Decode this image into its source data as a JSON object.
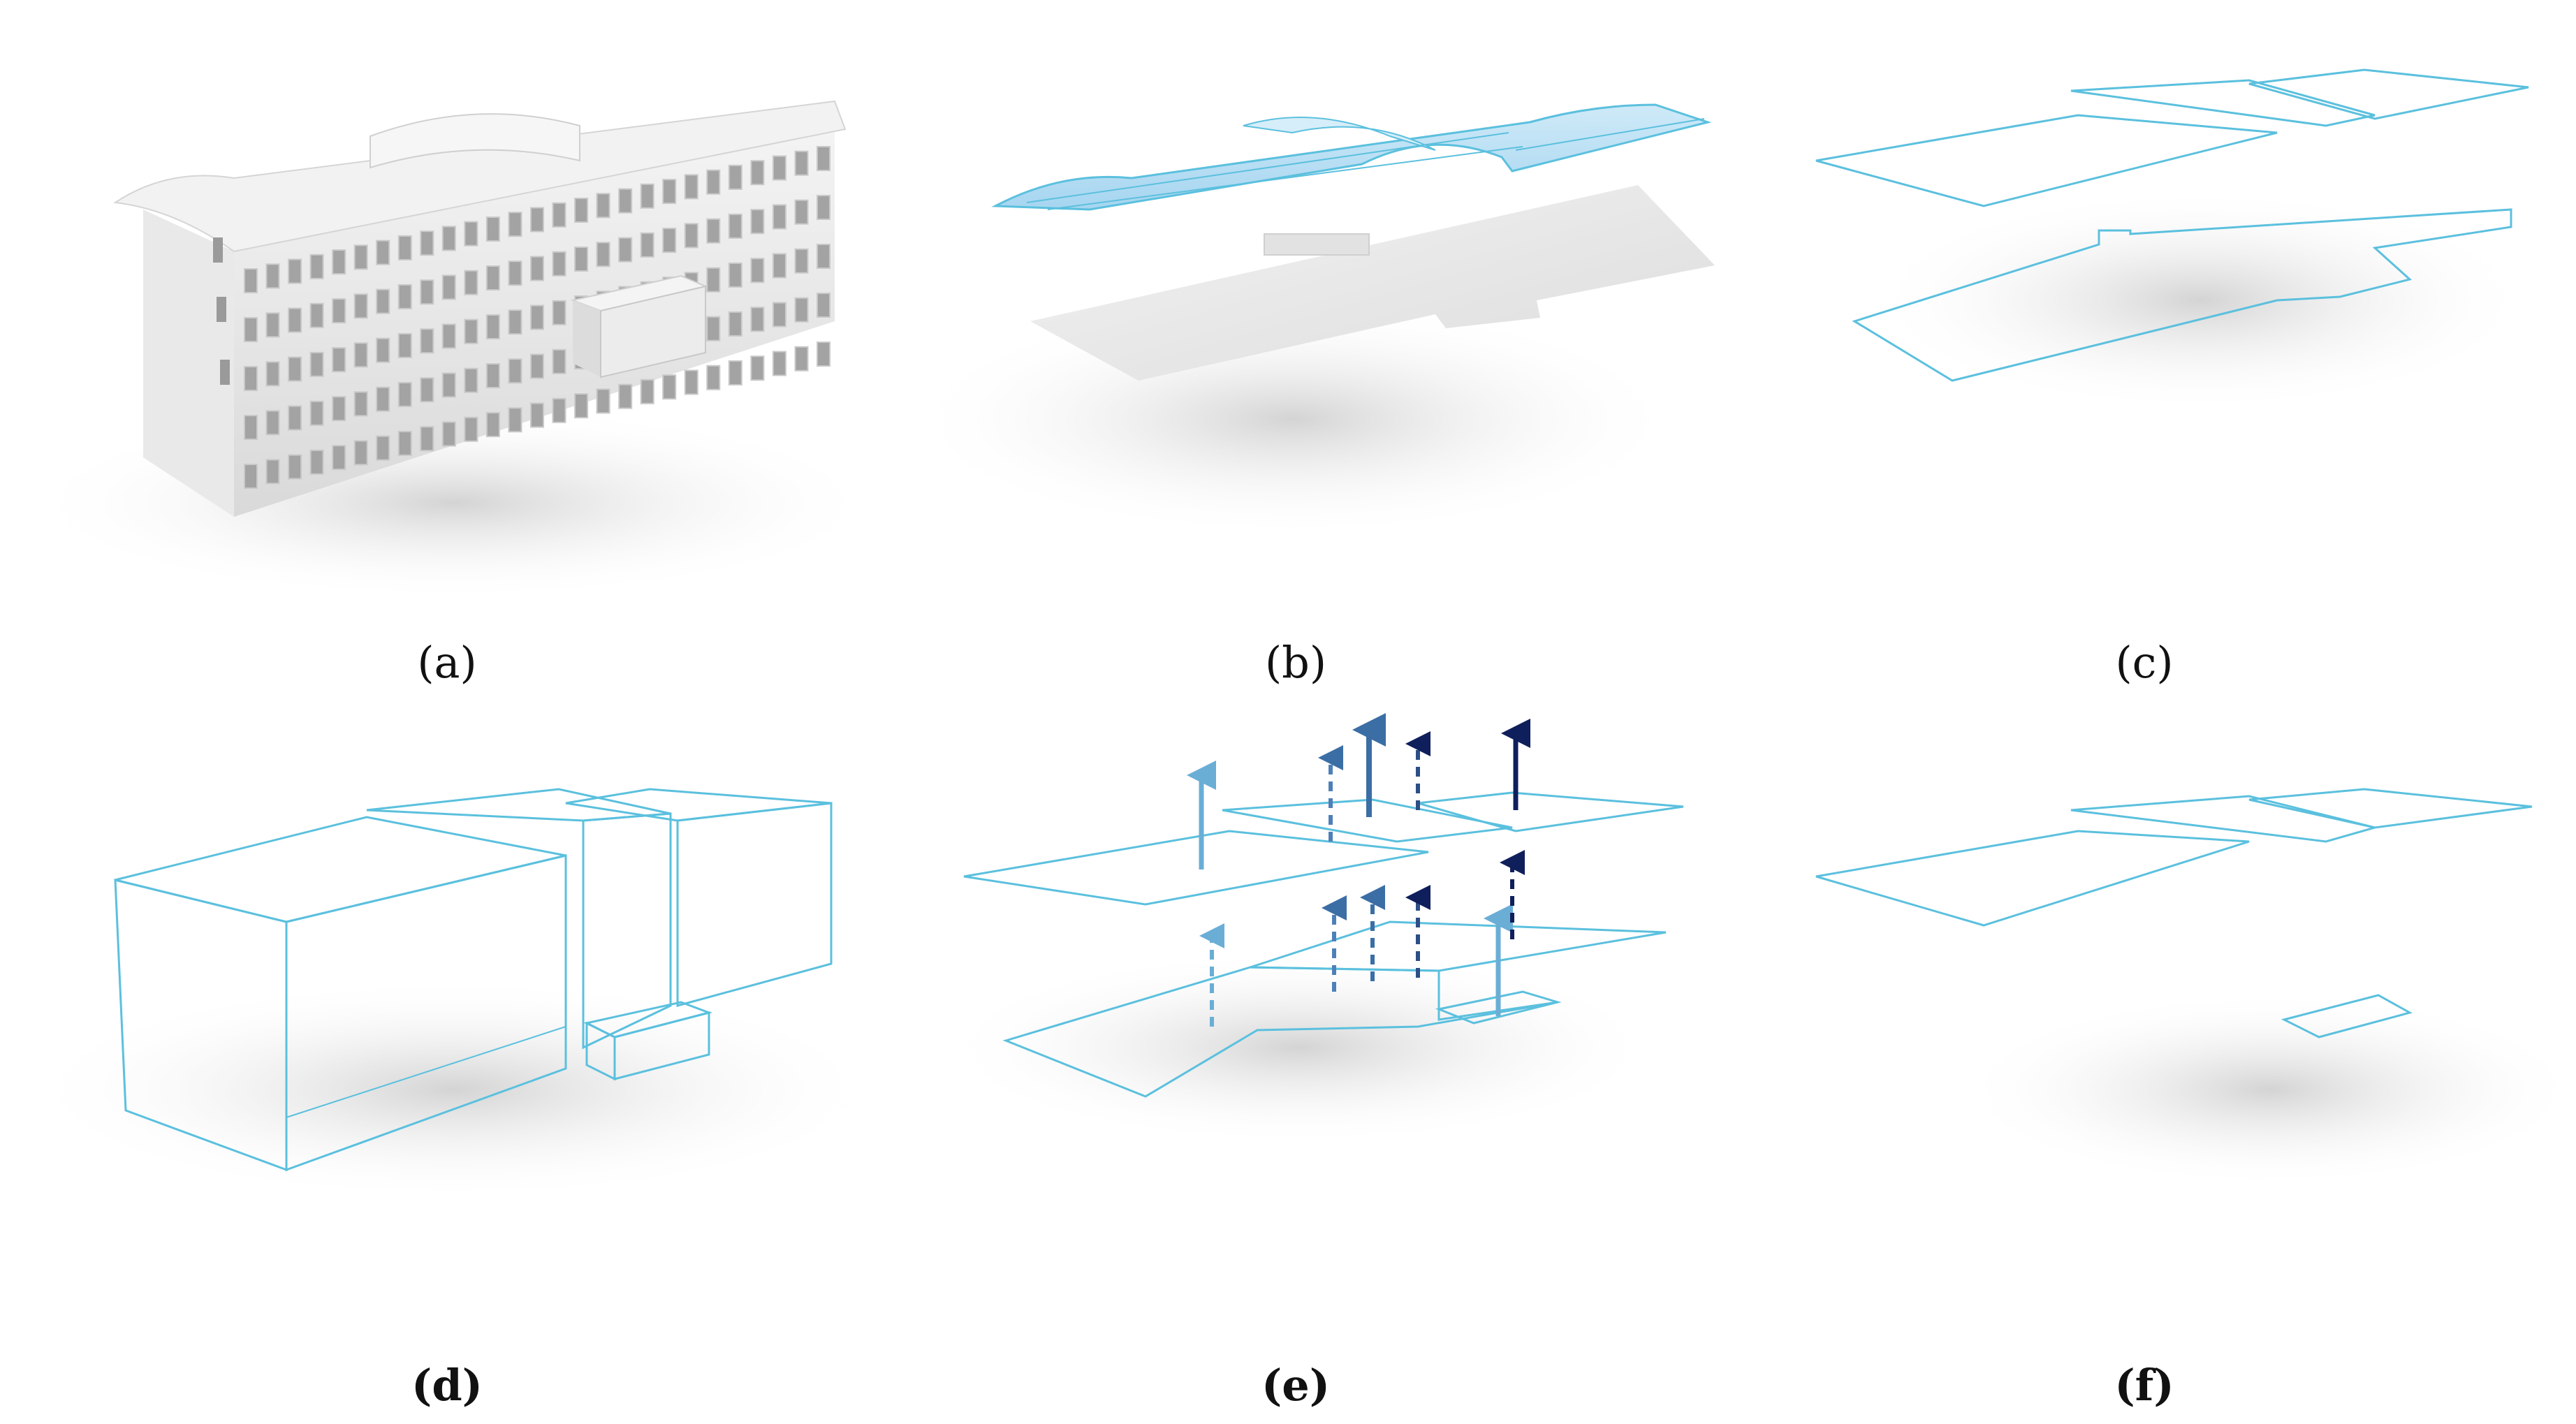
{
  "figure": {
    "panels": [
      {
        "id": "a",
        "caption": "(a)"
      },
      {
        "id": "b",
        "caption": "(b)"
      },
      {
        "id": "c",
        "caption": "(c)"
      },
      {
        "id": "d",
        "caption": "(d)"
      },
      {
        "id": "e",
        "caption": "(e)"
      },
      {
        "id": "f",
        "caption": "(f)"
      }
    ]
  },
  "colors": {
    "outline": "#5bc0de",
    "surface_light": "#f2f2f2",
    "surface_mid": "#dedede",
    "surface_dark": "#c8c8c8",
    "roof_blue": "#a9d9f2",
    "arrow_light": "#6aaed6",
    "arrow_mid": "#3b6ea5",
    "arrow_dark": "#0f1f5c"
  }
}
